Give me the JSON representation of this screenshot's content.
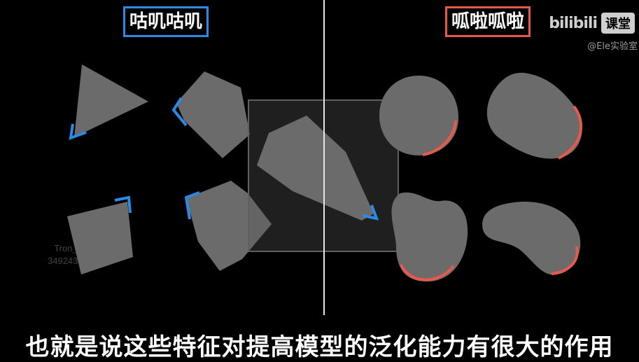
{
  "labels": {
    "left": "咕叽咕叽",
    "right": "呱啦呱啦"
  },
  "logo": {
    "brand": "bilibili",
    "suffix": "课堂"
  },
  "credit": "@Ele实验室",
  "watermark": {
    "line1": "Tron_《",
    "line2": "349243695"
  },
  "subtitle": "也就是说这些特征对提高模型的泛化能力有很大的作用",
  "colors": {
    "shape_fill": "#6b6b6b",
    "left_accent": "#2b8ae6",
    "right_accent": "#e65a4d",
    "background": "#000000"
  }
}
